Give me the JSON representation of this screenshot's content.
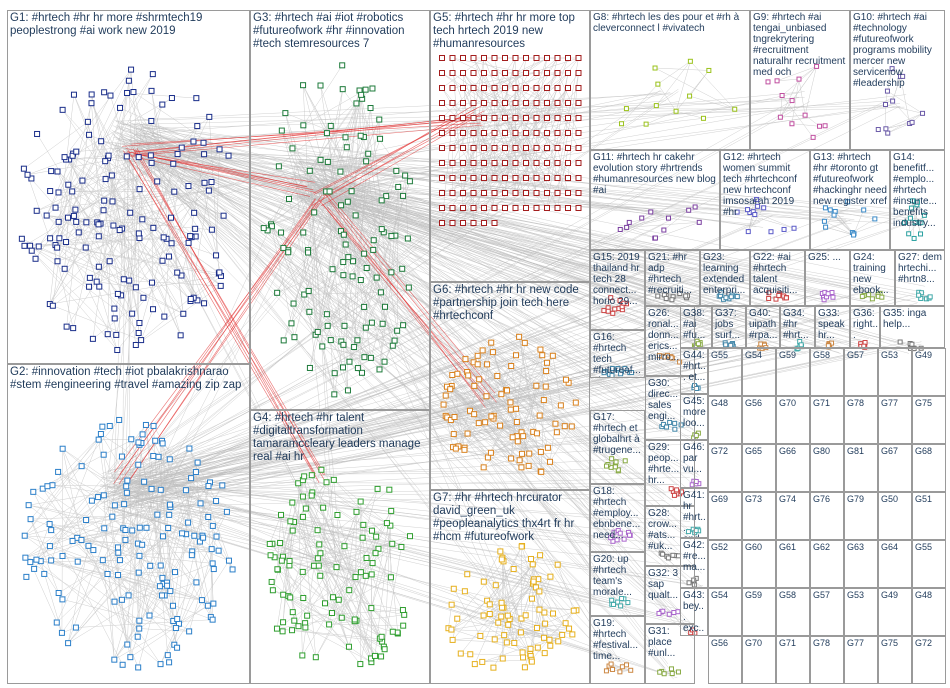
{
  "title": "",
  "colors": {
    "G1": "#1a2e8a",
    "G2": "#2b7fc9",
    "G3": "#1d7a3a",
    "G4": "#2f9e2f",
    "G5": "#a31d1d",
    "G6": "#d9821f",
    "G7": "#e6b01e",
    "G8": "#9ac21a",
    "G9": "#c04fa0",
    "G10": "#6b5ba8",
    "G11": "#7a3fa0",
    "G12": "#5a5ac8",
    "G13": "#3a8ac8",
    "G14": "#2aa0a0",
    "edge": "#cfcfcf",
    "cross": "#e23030"
  },
  "groups": [
    {
      "id": "G1",
      "label": "G1: #hrtech #hr hr more #shrmtech19 peoplestrong #ai work new 2019",
      "nodes": 200
    },
    {
      "id": "G2",
      "label": "G2: #innovation #tech #iot pbalakrishnarao #stem #engineering #travel #amazing zip zap",
      "nodes": 180
    },
    {
      "id": "G3",
      "label": "G3: #hrtech #ai #iot #robotics #futureofwork #hr #innovation #tech stemresources 7",
      "nodes": 120
    },
    {
      "id": "G4",
      "label": "G4: #hrtech #hr talent #digitaltransformation tamaramccleary leaders manage real #ai hr",
      "nodes": 110
    },
    {
      "id": "G5",
      "label": "G5: #hrtech #hr hr more top tech hrtech 2019 new #humanresources",
      "nodes": 160
    },
    {
      "id": "G6",
      "label": "G6: #hrtech #hr hr new code #partnership join tech here #hrtechconf",
      "nodes": 90
    },
    {
      "id": "G7",
      "label": "G7: #hr #hrtech hrcurator david_green_uk #peopleanalytics thx4rt fr hr #hcm #futureofwork",
      "nodes": 80
    },
    {
      "id": "G8",
      "label": "G8: #hrtech les des pour et #rh à cleverconnect l #vivatech",
      "nodes": 60
    },
    {
      "id": "G9",
      "label": "G9: #hrtech #ai tengai_unbiased tngrekrytering #recruitment naturalhr recruitment med och",
      "nodes": 35
    },
    {
      "id": "G10",
      "label": "G10: #hrtech #ai #technology #futureofwork programs mobility mercer new servicenow #leadership",
      "nodes": 20
    },
    {
      "id": "G11",
      "label": "G11: #hrtech hr cakehr evolution story #hrtrends #humanresources new blog #ai",
      "nodes": 40
    },
    {
      "id": "G12",
      "label": "G12: #hrtech women summit tech #hrtechconf new hrtechconf imsosarah 2019 #hr",
      "nodes": 25
    },
    {
      "id": "G13",
      "label": "G13: #hrtech #hr #toronto gt #futureofwork #hackinghr need new register xref",
      "nodes": 22
    },
    {
      "id": "G14",
      "label": "G14: benefitf... #emplo... #hrtech #insurte... benefits industry...",
      "nodes": 14
    },
    {
      "id": "G15",
      "label": "G15: 2019 thailand hr tech 28 connect... horio 29...",
      "nodes": 12
    },
    {
      "id": "G16",
      "label": "G16: #hrtech tech #futureof... giants google...",
      "nodes": 12
    },
    {
      "id": "G17",
      "label": "G17: #hrtech et globalhrt à #trugene...",
      "nodes": 10
    },
    {
      "id": "G18",
      "label": "G18: #hrtech #employ... ebnbene... need...",
      "nodes": 10
    },
    {
      "id": "G19",
      "label": "G19: #hrtech #festival... time...",
      "nodes": 8
    },
    {
      "id": "G20",
      "label": "G20: up #hrtech team's morale...",
      "nodes": 8
    },
    {
      "id": "G21",
      "label": "G21: #hr adp #hrtech #recruiti...",
      "nodes": 10
    },
    {
      "id": "G22",
      "label": "G22: #ai #hrtech talent acquisiti...",
      "nodes": 10
    },
    {
      "id": "G23",
      "label": "G23: learning extended enterpri...",
      "nodes": 10
    },
    {
      "id": "G24",
      "label": "G24: training new ebook...",
      "nodes": 8
    },
    {
      "id": "G25",
      "label": "G25: ...",
      "nodes": 8
    },
    {
      "id": "G26",
      "label": "G26: ronal... donn... erics... mirro...",
      "nodes": 8
    },
    {
      "id": "G27",
      "label": "G27: dem hrtechi... #hrtn8...",
      "nodes": 8
    },
    {
      "id": "G28",
      "label": "G28: crow... #ats... #uk...",
      "nodes": 7
    },
    {
      "id": "G29",
      "label": "G29: peop... #hrte... hr...",
      "nodes": 7
    },
    {
      "id": "G30",
      "label": "G30: direc... sales engi...",
      "nodes": 7
    },
    {
      "id": "G31",
      "label": "G31: place #unl...",
      "nodes": 6
    },
    {
      "id": "G32",
      "label": "G32: 3 sap qualt...",
      "nodes": 6
    },
    {
      "id": "G33",
      "label": "G33: speak hr...",
      "nodes": 6
    },
    {
      "id": "G34",
      "label": "G34: #hr #hrt...",
      "nodes": 6
    },
    {
      "id": "G35",
      "label": "G35: inga help...",
      "nodes": 6
    },
    {
      "id": "G36",
      "label": "G36: right...",
      "nodes": 6
    },
    {
      "id": "G37",
      "label": "G37: jobs surf...",
      "nodes": 6
    },
    {
      "id": "G38",
      "label": "G38: #ai #fu...",
      "nodes": 6
    },
    {
      "id": "G39",
      "label": "G39: #hrt... capt...",
      "nodes": 6
    },
    {
      "id": "G40",
      "label": "G40: uipath #rpa...",
      "nodes": 6
    },
    {
      "id": "G41",
      "label": "G41: hr #hrt... end...",
      "nodes": 6
    },
    {
      "id": "G42",
      "label": "G42: #re... ma...",
      "nodes": 5
    },
    {
      "id": "G43",
      "label": "G43: bey... exc...",
      "nodes": 5
    },
    {
      "id": "G44",
      "label": "G44: #hrt... et...",
      "nodes": 5
    },
    {
      "id": "G45",
      "label": "G45: more loo...",
      "nodes": 5
    },
    {
      "id": "G46",
      "label": "G46: par vu...",
      "nodes": 5
    }
  ],
  "small_labels": [
    "G55",
    "G54",
    "G59",
    "G58",
    "G57",
    "G53",
    "G49",
    "G48",
    "G56",
    "G70",
    "G71",
    "G78",
    "G77",
    "G75",
    "G72",
    "G65",
    "G66",
    "G80",
    "G81",
    "G67",
    "G68",
    "G69",
    "G73",
    "G74",
    "G76",
    "G79",
    "G50",
    "G51",
    "G52",
    "G60",
    "G61",
    "G62",
    "G63",
    "G64"
  ]
}
